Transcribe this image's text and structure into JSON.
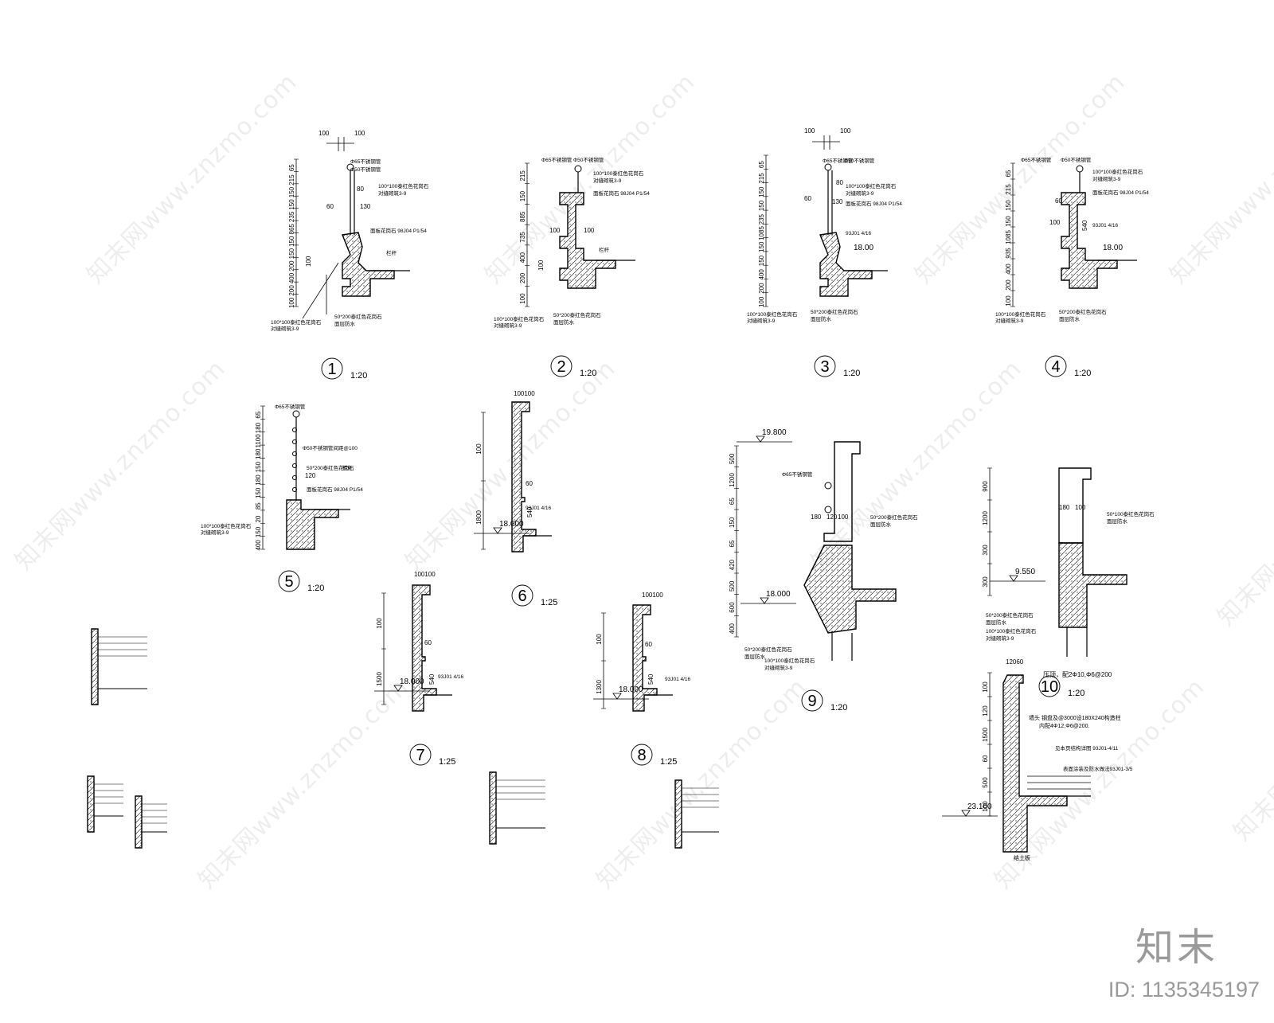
{
  "brand": {
    "logo_text": "知末",
    "id_label": "ID: 1135345197"
  },
  "watermarks": [
    "知末网www.znzmo.com"
  ],
  "details": [
    {
      "no": "1",
      "scale": "1:20",
      "dims_top": [
        "100",
        "100"
      ],
      "dims_left": [
        "65",
        "215",
        "150",
        "150",
        "235",
        "865",
        "150",
        "150",
        "200",
        "400",
        "200",
        "100"
      ],
      "dims_inner": [
        "80",
        "60",
        "130",
        "100"
      ],
      "notes": [
        "Φ65不锈钢管",
        "Φ50不锈钢管",
        "100*100泰红色花岗石",
        "对缝砌筑3-9",
        "面板花岗石 98J04 P1/54",
        "栏杆",
        "100*100泰红色花岗石",
        "对缝砌筑3-9",
        "50*200泰红色花岗石",
        "面层防水"
      ]
    },
    {
      "no": "2",
      "scale": "1:20",
      "dims_left": [
        "215",
        "150",
        "885",
        "735",
        "400",
        "200",
        "100"
      ],
      "dims_inner": [
        "100",
        "100",
        "100"
      ],
      "notes": [
        "Φ65不锈钢管",
        "Φ50不锈钢管",
        "100*100泰红色花岗石",
        "对缝砌筑3-9",
        "面板花岗石 98J04 P1/54",
        "栏杆",
        "100*100泰红色花岗石",
        "对缝砌筑3-9",
        "50*200泰红色花岗石",
        "面层防水"
      ]
    },
    {
      "no": "3",
      "scale": "1:20",
      "dims_top": [
        "100",
        "100"
      ],
      "dims_left": [
        "65",
        "215",
        "150",
        "150",
        "235",
        "1085",
        "150",
        "150",
        "400",
        "200",
        "100"
      ],
      "dims_inner": [
        "80",
        "60",
        "130",
        "18.00"
      ],
      "notes": [
        "Φ65不锈钢管",
        "Φ50不锈钢管",
        "100*100泰红色花岗石",
        "对缝砌筑3-9",
        "面板花岗石 98J04 P1/54",
        "93J01 4/16",
        "100*100泰红色花岗石",
        "对缝砌筑3-9",
        "50*200泰红色花岗石",
        "面层防水"
      ]
    },
    {
      "no": "4",
      "scale": "1:20",
      "dims_left": [
        "65",
        "215",
        "150",
        "150",
        "1085",
        "935",
        "400",
        "200",
        "100"
      ],
      "dims_inner": [
        "60",
        "540",
        "100",
        "18.00"
      ],
      "notes": [
        "Φ65不锈钢管",
        "Φ50不锈钢管",
        "100*100泰红色花岗石",
        "对缝砌筑3-9",
        "面板花岗石 98J04 P1/54",
        "93J01 4/16",
        "100*100泰红色花岗石",
        "对缝砌筑3-9",
        "50*200泰红色花岗石",
        "面层防水"
      ]
    },
    {
      "no": "5",
      "scale": "1:20",
      "dims_left": [
        "65",
        "180",
        "1100",
        "180",
        "150",
        "180",
        "150",
        "85",
        "20",
        "150",
        "400"
      ],
      "dims_inner": [
        "120"
      ],
      "notes": [
        "Φ65不锈钢管",
        "Φ50不锈钢管间距@100",
        "50*200泰红色花岗石",
        "栏杆",
        "面板花岗石 98J04 P1/54",
        "100*100泰红色花岗石",
        "对缝砌筑3-9"
      ]
    },
    {
      "no": "6",
      "scale": "1:25",
      "dims_top": [
        "100",
        "100"
      ],
      "dims_left": [
        "100",
        "1800"
      ],
      "dims_inner": [
        "60",
        "540"
      ],
      "levels": [
        "18.000"
      ],
      "notes": [
        "93J01 4/16"
      ]
    },
    {
      "no": "7",
      "scale": "1:25",
      "dims_top": [
        "100",
        "100"
      ],
      "dims_left": [
        "100",
        "1500"
      ],
      "dims_inner": [
        "60",
        "540"
      ],
      "levels": [
        "18.000"
      ],
      "notes": [
        "93J01 4/16"
      ]
    },
    {
      "no": "8",
      "scale": "1:25",
      "dims_top": [
        "100",
        "100"
      ],
      "dims_left": [
        "100",
        "1300"
      ],
      "dims_inner": [
        "60",
        "540"
      ],
      "levels": [
        "18.000"
      ],
      "notes": [
        "93J01 4/16"
      ]
    },
    {
      "no": "9",
      "scale": "1:20",
      "dims_left": [
        "500",
        "1200",
        "65",
        "150",
        "65",
        "420",
        "500",
        "600",
        "400"
      ],
      "dims_inner": [
        "180",
        "120",
        "100"
      ],
      "levels": [
        "19.800",
        "18.000"
      ],
      "notes": [
        "Φ65不锈钢管",
        "50*200泰红色花岗石",
        "面层防水",
        "50*200泰红色花岗石",
        "面层防水",
        "100*100泰红色花岗石",
        "对缝砌筑3-9"
      ]
    },
    {
      "no": "10",
      "scale": "1:20",
      "dims_left": [
        "900",
        "1200",
        "300",
        "300"
      ],
      "dims_inner": [
        "180",
        "100"
      ],
      "levels": [
        "9.550"
      ],
      "notes": [
        "50*100泰红色花岗石",
        "面层防水",
        "50*200泰红色花岗石",
        "面层防水",
        "100*100泰红色花岗石",
        "对缝砌筑3-9"
      ]
    }
  ],
  "parapet": {
    "dims_top": [
      "120",
      "60"
    ],
    "dims_left": [
      "100",
      "120",
      "1500",
      "60",
      "500",
      "100"
    ],
    "level": "23.100",
    "notes": [
      "压顶，配2Φ10,Φ6@200",
      "墙头 钢盘及@3000设180X240构造柱",
      "内配4Φ12,Φ6@200.",
      "见本页结构详图 93J01-4/11",
      "表面涂装及防水做法93J01-3/5",
      "结土板"
    ]
  }
}
